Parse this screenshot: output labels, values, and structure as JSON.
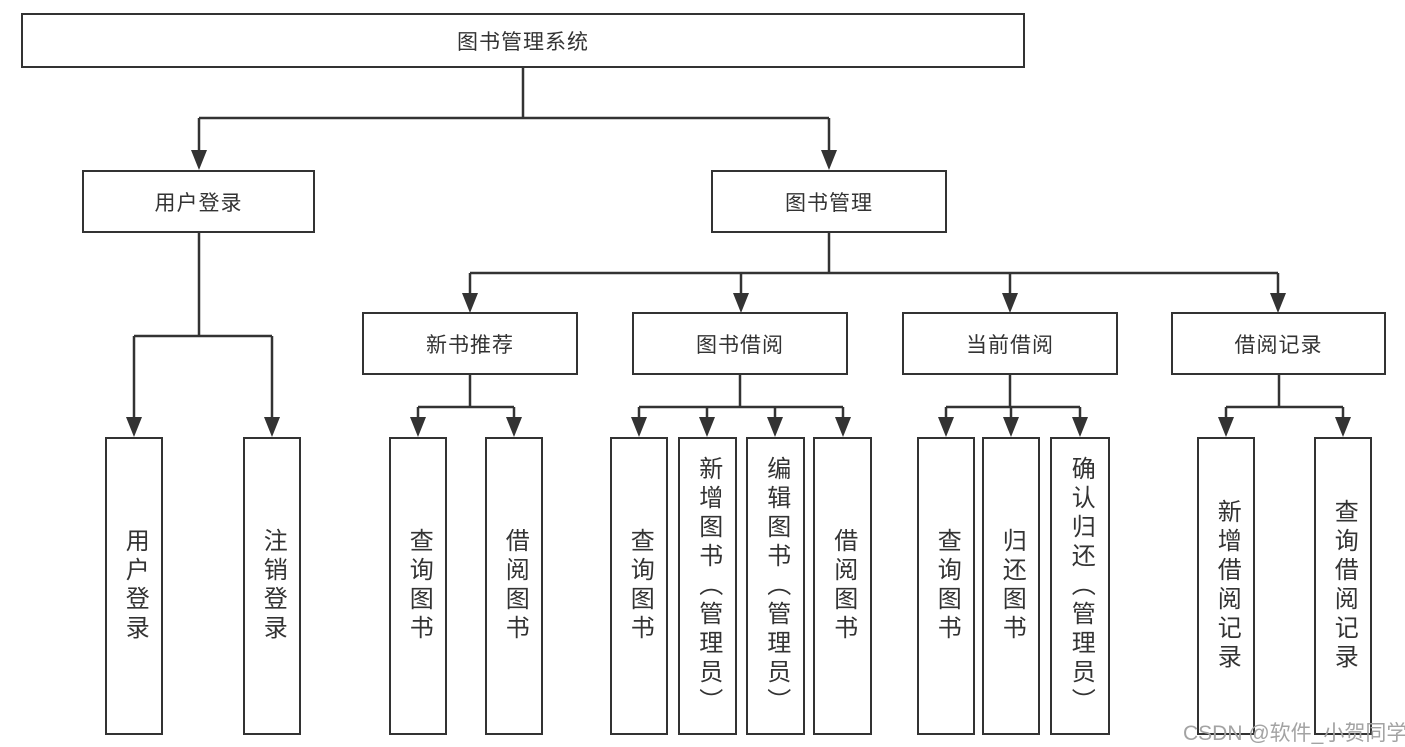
{
  "diagram": {
    "root": {
      "label": "图书管理系统"
    },
    "level2": [
      {
        "label": "用户登录"
      },
      {
        "label": "图书管理"
      }
    ],
    "level3": [
      {
        "label": "新书推荐"
      },
      {
        "label": "图书借阅"
      },
      {
        "label": "当前借阅"
      },
      {
        "label": "借阅记录"
      }
    ],
    "leaves": {
      "user_login": [
        "用户登录",
        "注销登录"
      ],
      "new_books": [
        "查询图书",
        "借阅图书"
      ],
      "book_borrow": [
        "查询图书",
        "新增图书（管理员）",
        "编辑图书（管理员）",
        "借阅图书"
      ],
      "current_borrow": [
        "查询图书",
        "归还图书",
        "确认归还（管理员）"
      ],
      "borrow_records": [
        "新增借阅记录",
        "查询借阅记录"
      ]
    }
  },
  "watermark": {
    "text": "CSDN @软件_小贺同学"
  },
  "colors": {
    "line": "#333333",
    "box_border": "#333333",
    "text": "#333333",
    "watermark": "#a3a3a3"
  }
}
